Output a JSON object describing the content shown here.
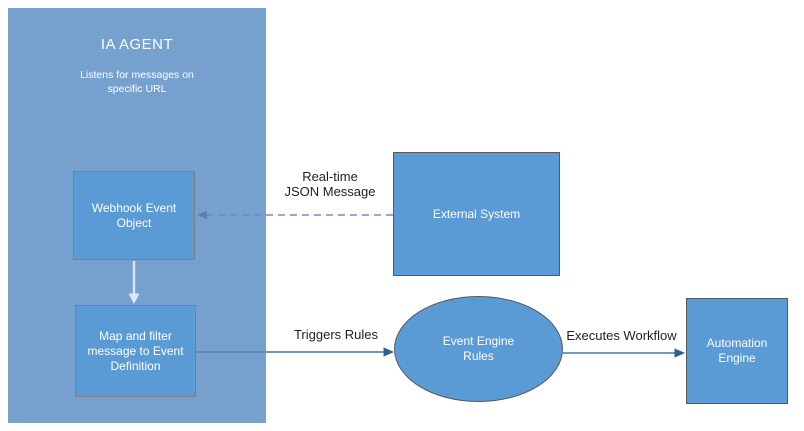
{
  "colors": {
    "node_fill": "#5b9bd5",
    "container_fill": "#76a1cf",
    "node_border_light": "#7f7f7f",
    "node_border_dark": "#595959",
    "connector_blue": "#5f89b5",
    "connector_arrowhead": "#2f5e91",
    "dashed_connector_blue": "#6b8ebf",
    "light_arrow": "#dde6f2",
    "edge_label_text": "#1f1f1f",
    "node_text": "#ffffff"
  },
  "container": {
    "title": "IA AGENT",
    "subtitle": "Listens for messages on specific URL"
  },
  "nodes": {
    "webhook_event_object": {
      "label": "Webhook Event Object"
    },
    "map_and_filter": {
      "label": "Map and filter message to Event Definition"
    },
    "external_system": {
      "label": "External System"
    },
    "event_engine_rules": {
      "label": "Event Engine Rules"
    },
    "automation_engine": {
      "label": "Automation Engine"
    }
  },
  "edge_labels": {
    "realtime_line1": "Real-time",
    "realtime_line2": "JSON Message",
    "triggers": "Triggers Rules",
    "executes": "Executes Workflow"
  }
}
